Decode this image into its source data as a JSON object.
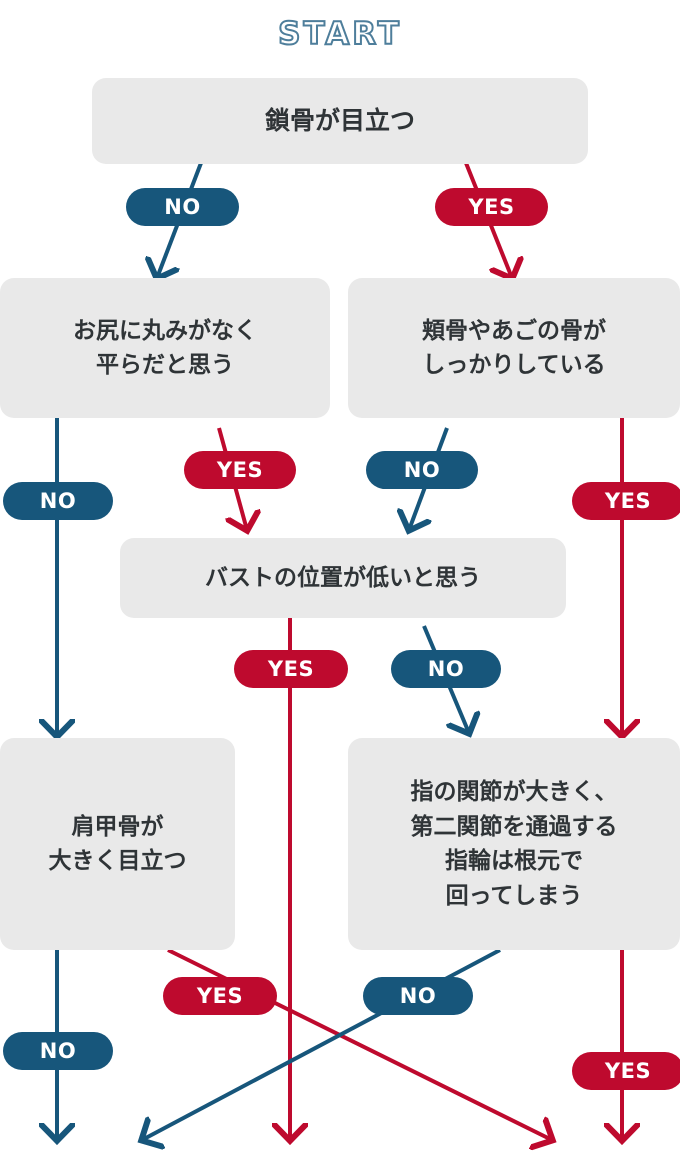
{
  "title": "START",
  "colors": {
    "no": "#17567B",
    "yes": "#BE0A2E",
    "box_bg": "#e9e9e9",
    "box_text": "#2f3437",
    "title_stroke": "#4E7E9B",
    "page_bg": "#ffffff"
  },
  "boxes": {
    "q1": {
      "text": "鎖骨が目立つ"
    },
    "q2": {
      "text": "お尻に丸みがなく\n平らだと思う"
    },
    "q3": {
      "text": "頬骨やあごの骨が\nしっかりしている"
    },
    "q4": {
      "text": "バストの位置が低いと思う"
    },
    "q5": {
      "text": "肩甲骨が\n大きく目立つ"
    },
    "q6": {
      "text": "指の関節が大きく、\n第二関節を通過する\n指輪は根元で\n回ってしまう"
    }
  },
  "labels": {
    "no": "NO",
    "yes": "YES"
  },
  "pills": [
    {
      "id": "p1",
      "label": "NO",
      "type": "no"
    },
    {
      "id": "p2",
      "label": "YES",
      "type": "yes"
    },
    {
      "id": "p3",
      "label": "NO",
      "type": "no"
    },
    {
      "id": "p4",
      "label": "YES",
      "type": "yes"
    },
    {
      "id": "p5",
      "label": "NO",
      "type": "no"
    },
    {
      "id": "p6",
      "label": "YES",
      "type": "yes"
    },
    {
      "id": "p7",
      "label": "YES",
      "type": "yes"
    },
    {
      "id": "p8",
      "label": "NO",
      "type": "no"
    },
    {
      "id": "p9",
      "label": "NO",
      "type": "no"
    },
    {
      "id": "p10",
      "label": "YES",
      "type": "yes"
    },
    {
      "id": "p11",
      "label": "NO",
      "type": "no"
    },
    {
      "id": "p12",
      "label": "YES",
      "type": "yes"
    }
  ]
}
